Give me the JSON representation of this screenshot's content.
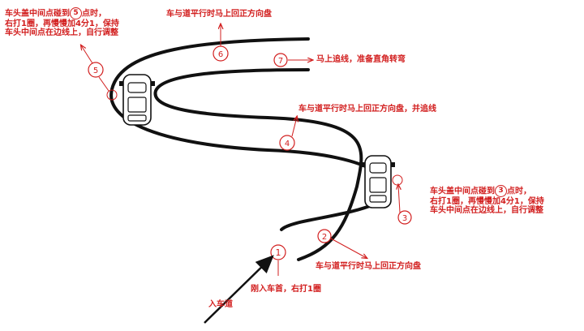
{
  "colors": {
    "road": "#111111",
    "annotation": "#d21f1f",
    "car_body": "#ffffff"
  },
  "steps": [
    {
      "n": "1",
      "text": "刚入车首，右打1圈"
    },
    {
      "n": "2",
      "text": "车与道平行时马上回正方向盘"
    },
    {
      "n": "3",
      "lines": [
        "车头盖中间点碰到",
        "点时，",
        "右打1圈，再慢慢加4分1，保持",
        "车头中间点在边线上，自行调整"
      ]
    },
    {
      "n": "4",
      "text": "车与道平行时马上回正方向盘，并追线"
    },
    {
      "n": "5",
      "lines": [
        "车头盖中间点碰到",
        "点时，",
        "右打1圈，再慢慢加4分1，保持",
        "车头中间点在边线上，自行调整"
      ]
    },
    {
      "n": "6",
      "text": "车与道平行时马上回正方向盘"
    },
    {
      "n": "7",
      "text": "马上追线，准备直角转弯"
    }
  ],
  "entry_label": "入车道"
}
